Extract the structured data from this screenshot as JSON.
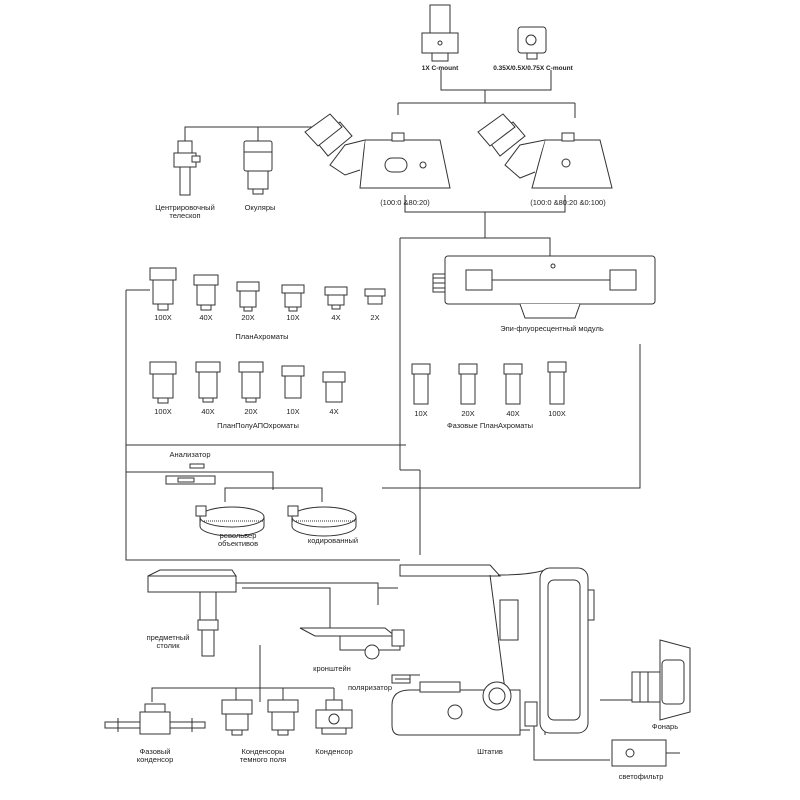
{
  "cameras": {
    "c1x": "1X C-mount",
    "c035": "0.35X/0.5X/0.75X C-mount"
  },
  "heads": {
    "left_ratio": "(100:0 &80:20)",
    "right_ratio": "(100:0 &80:20 &0:100)"
  },
  "accessories": {
    "telescope": "Центрировочный\nтелескоп",
    "eyepieces": "Окуляры"
  },
  "epi_module": "Эпи-флуоресцентный модуль",
  "plan_achromats": {
    "title": "ПланАхроматы",
    "mags": [
      "100X",
      "40X",
      "20X",
      "10X",
      "4X",
      "2X"
    ]
  },
  "plan_semi_apo": {
    "title": "ПланПолуАПОхроматы",
    "mags": [
      "100X",
      "40X",
      "20X",
      "10X",
      "4X"
    ]
  },
  "phase_plan_achromats": {
    "title": "Фазовые ПланАхроматы",
    "mags": [
      "10X",
      "20X",
      "40X",
      "100X"
    ]
  },
  "analyzer": "Анализатор",
  "nosepiece": "револьвер\nобъективов",
  "coded": "кодированный",
  "stage": "предметный\nстолик",
  "bracket": "кронштейн",
  "polarizer": "поляризатор",
  "phase_condenser": "Фазовый\nконденсор",
  "darkfield_condensers": "Конденсоры\nтемного поля",
  "condenser": "Конденсор",
  "stand": "Штатив",
  "lamp": "Фонарь",
  "light_filter": "светофильтр"
}
